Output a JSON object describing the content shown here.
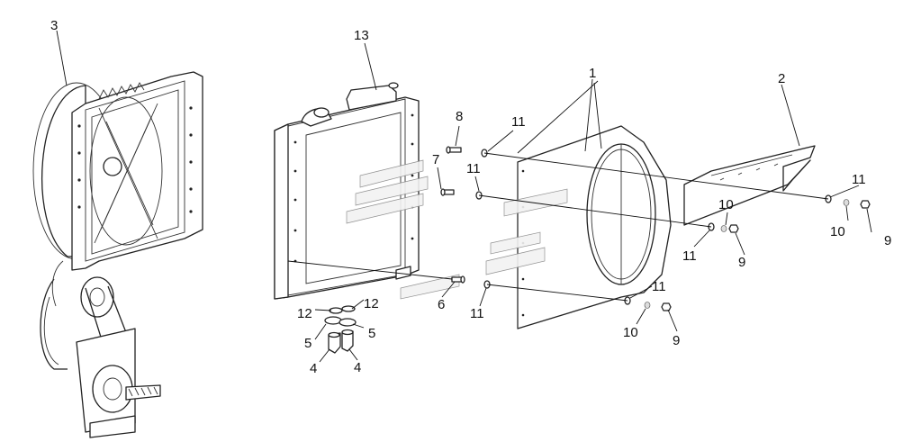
{
  "diagram": {
    "callouts": [
      {
        "id": "c3",
        "text": "3"
      },
      {
        "id": "c13",
        "text": "13"
      },
      {
        "id": "c1",
        "text": "1"
      },
      {
        "id": "c2",
        "text": "2"
      },
      {
        "id": "c8",
        "text": "8"
      },
      {
        "id": "c11a",
        "text": "11"
      },
      {
        "id": "c7",
        "text": "7"
      },
      {
        "id": "c11b",
        "text": "11"
      },
      {
        "id": "c10a",
        "text": "10"
      },
      {
        "id": "c11c",
        "text": "11"
      },
      {
        "id": "c11d",
        "text": "11"
      },
      {
        "id": "c10b",
        "text": "10"
      },
      {
        "id": "c9a",
        "text": "9"
      },
      {
        "id": "c9b",
        "text": "9"
      },
      {
        "id": "c12a",
        "text": "12"
      },
      {
        "id": "c12b",
        "text": "12"
      },
      {
        "id": "c6",
        "text": "6"
      },
      {
        "id": "c11e",
        "text": "11"
      },
      {
        "id": "c11f",
        "text": "11"
      },
      {
        "id": "c10c",
        "text": "10"
      },
      {
        "id": "c9c",
        "text": "9"
      },
      {
        "id": "c5a",
        "text": "5"
      },
      {
        "id": "c5b",
        "text": "5"
      },
      {
        "id": "c4a",
        "text": "4"
      },
      {
        "id": "c4b",
        "text": "4"
      }
    ]
  }
}
